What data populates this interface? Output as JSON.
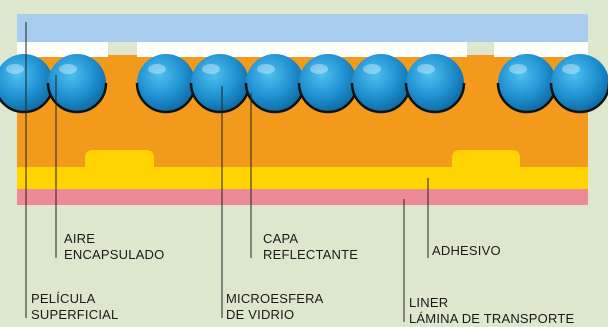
{
  "colors": {
    "background": "#dde7cd",
    "film": "#a9cdee",
    "encapsulated_air": "#ffffff",
    "reflective_layer": "#f39a1c",
    "adhesive": "#ffd400",
    "liner": "#ee8a97",
    "glass_bead_light": "#4fc0f0",
    "glass_bead_dark": "#0a5d96",
    "leader_line": "#222222"
  },
  "labels": {
    "aire_encapsulado": {
      "line1": "AIRE",
      "line2": "ENCAPSULADO"
    },
    "capa_reflectante": {
      "line1": "CAPA",
      "line2": "REFLECTANTE"
    },
    "adhesivo": {
      "line1": "ADHESIVO"
    },
    "pelicula_superficial": {
      "line1": "PELÍCULA",
      "line2": "SUPERFICIAL"
    },
    "microesfera_de_vidrio": {
      "line1": "MICROESFERA",
      "line2": "DE VIDRIO"
    },
    "liner_lamina": {
      "line1": "LINER",
      "line2": "LÁMINA DE TRANSPORTE"
    }
  }
}
